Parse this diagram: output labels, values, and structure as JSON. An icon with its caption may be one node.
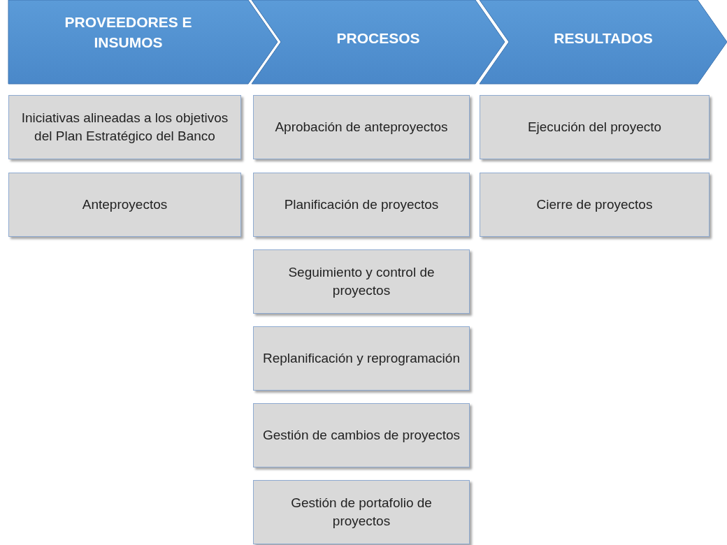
{
  "diagram": {
    "nodes": [
      {
        "text": [
          "PROVEEDORES E INSUMOS"
        ]
      },
      {
        "text": [
          "Iniciativas alineadas a los objetivos del Plan Estratégico del Banco"
        ]
      },
      {
        "text": [
          "Anteproyectos"
        ]
      },
      {
        "text": [
          "PROCESOS"
        ]
      },
      {
        "text": [
          "Aprobación de anteproyectos"
        ]
      },
      {
        "text": [
          "Planificación de proyectos"
        ]
      },
      {
        "text": [
          "Seguimiento y control de proyectos"
        ]
      },
      {
        "text": [
          "Replanificación y reprogramación"
        ]
      },
      {
        "text": [
          "Gestión de cambios de proyectos"
        ]
      },
      {
        "text": [
          "Gestión de portafolio de proyectos"
        ]
      },
      {
        "text": [
          "RESULTADOS"
        ]
      },
      {
        "text": [
          "Ejecución del proyecto"
        ]
      },
      {
        "text": [
          "Cierre de proyectos"
        ]
      }
    ]
  }
}
